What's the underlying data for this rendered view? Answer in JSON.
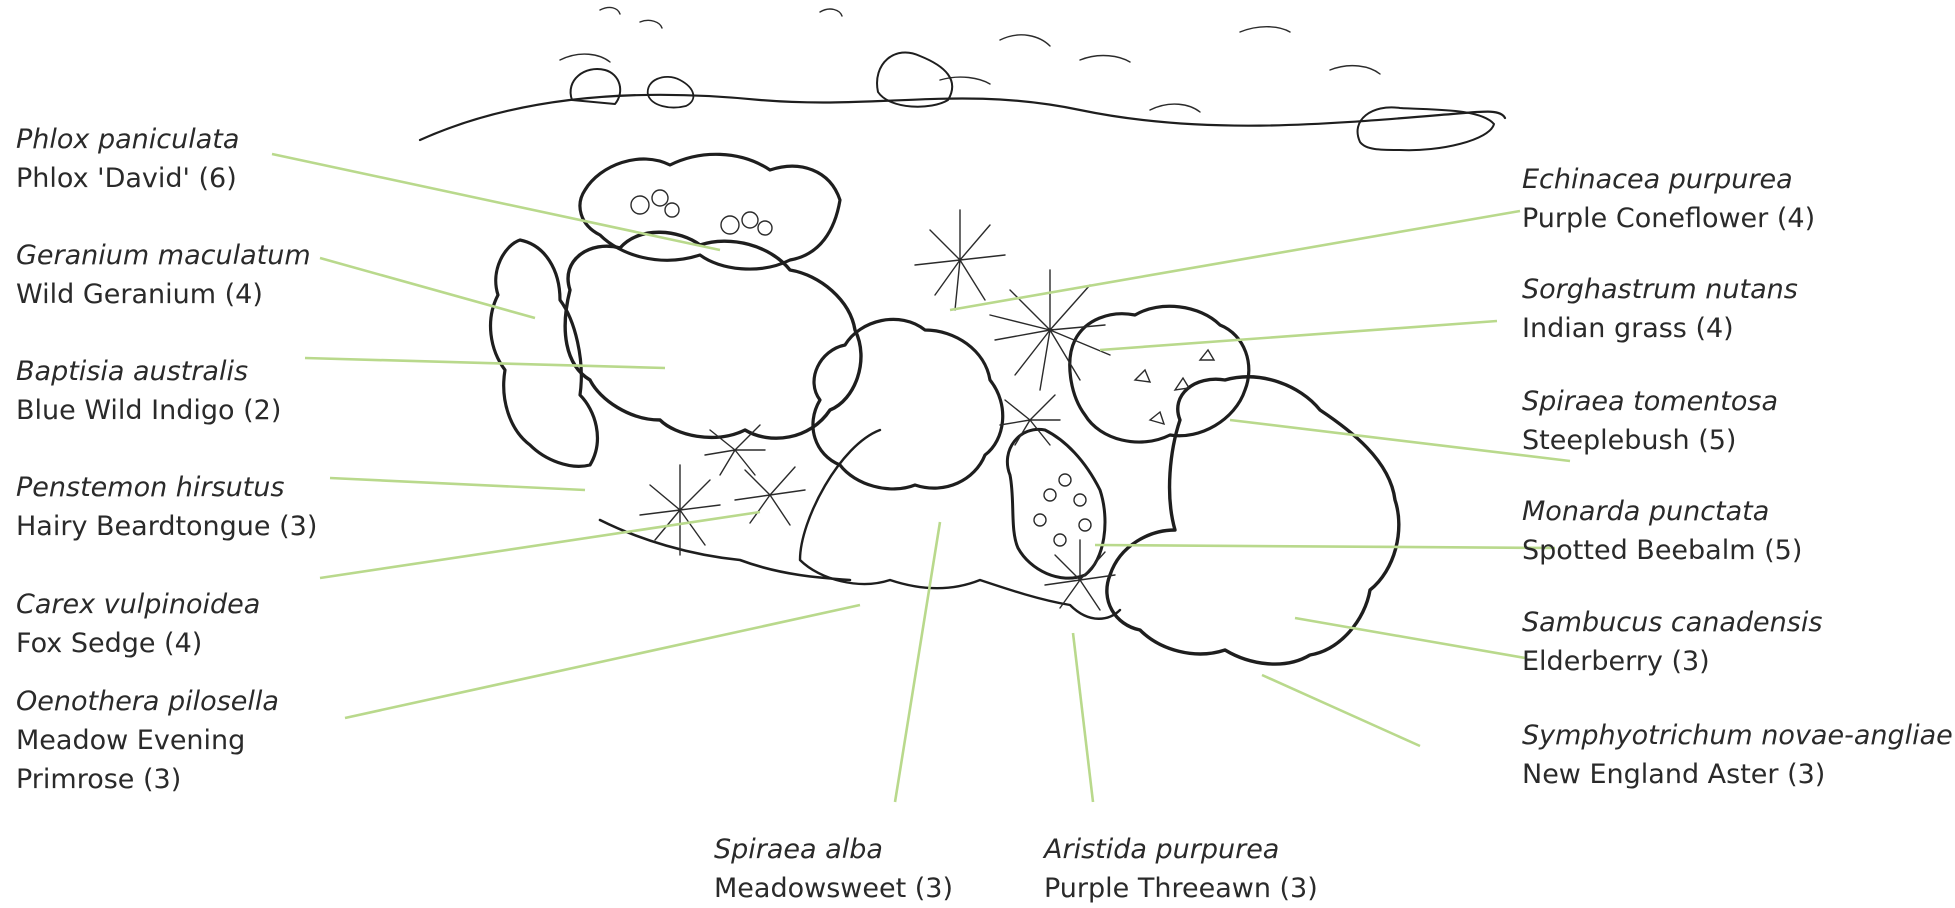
{
  "diagram": {
    "colors": {
      "leader_line": "#b9d98c",
      "ink": "#1e1e1e",
      "text": "#2a2a2a",
      "background": "#ffffff"
    },
    "labels": [
      {
        "id": "phlox",
        "scientific": "Phlox paniculata",
        "common": "Phlox 'David' (6)"
      },
      {
        "id": "geranium",
        "scientific": "Geranium maculatum",
        "common": "Wild Geranium (4)"
      },
      {
        "id": "baptisia",
        "scientific": "Baptisia australis",
        "common": "Blue Wild Indigo (2)"
      },
      {
        "id": "penstemon",
        "scientific": "Penstemon hirsutus",
        "common": "Hairy Beardtongue (3)"
      },
      {
        "id": "carex",
        "scientific": "Carex vulpinoidea",
        "common": "Fox Sedge (4)"
      },
      {
        "id": "oenothera",
        "scientific": "Oenothera pilosella",
        "common": "Meadow Evening Primrose (3)"
      },
      {
        "id": "echinacea",
        "scientific": "Echinacea purpurea",
        "common": "Purple Coneflower (4)"
      },
      {
        "id": "sorghastrum",
        "scientific": "Sorghastrum nutans",
        "common": "Indian grass (4)"
      },
      {
        "id": "spiraea-tomentosa",
        "scientific": "Spiraea tomentosa",
        "common": "Steeplebush (5)"
      },
      {
        "id": "monarda",
        "scientific": "Monarda punctata",
        "common": "Spotted Beebalm (5)"
      },
      {
        "id": "sambucus",
        "scientific": "Sambucus canadensis",
        "common": "Elderberry (3)"
      },
      {
        "id": "symphyotrichum",
        "scientific": "Symphyotrichum novae-angliae",
        "common": "New England Aster (3)"
      },
      {
        "id": "spiraea-alba",
        "scientific": "Spiraea alba",
        "common": "Meadowsweet (3)"
      },
      {
        "id": "aristida",
        "scientific": "Aristida purpurea",
        "common": "Purple Threeawn (3)"
      }
    ]
  }
}
